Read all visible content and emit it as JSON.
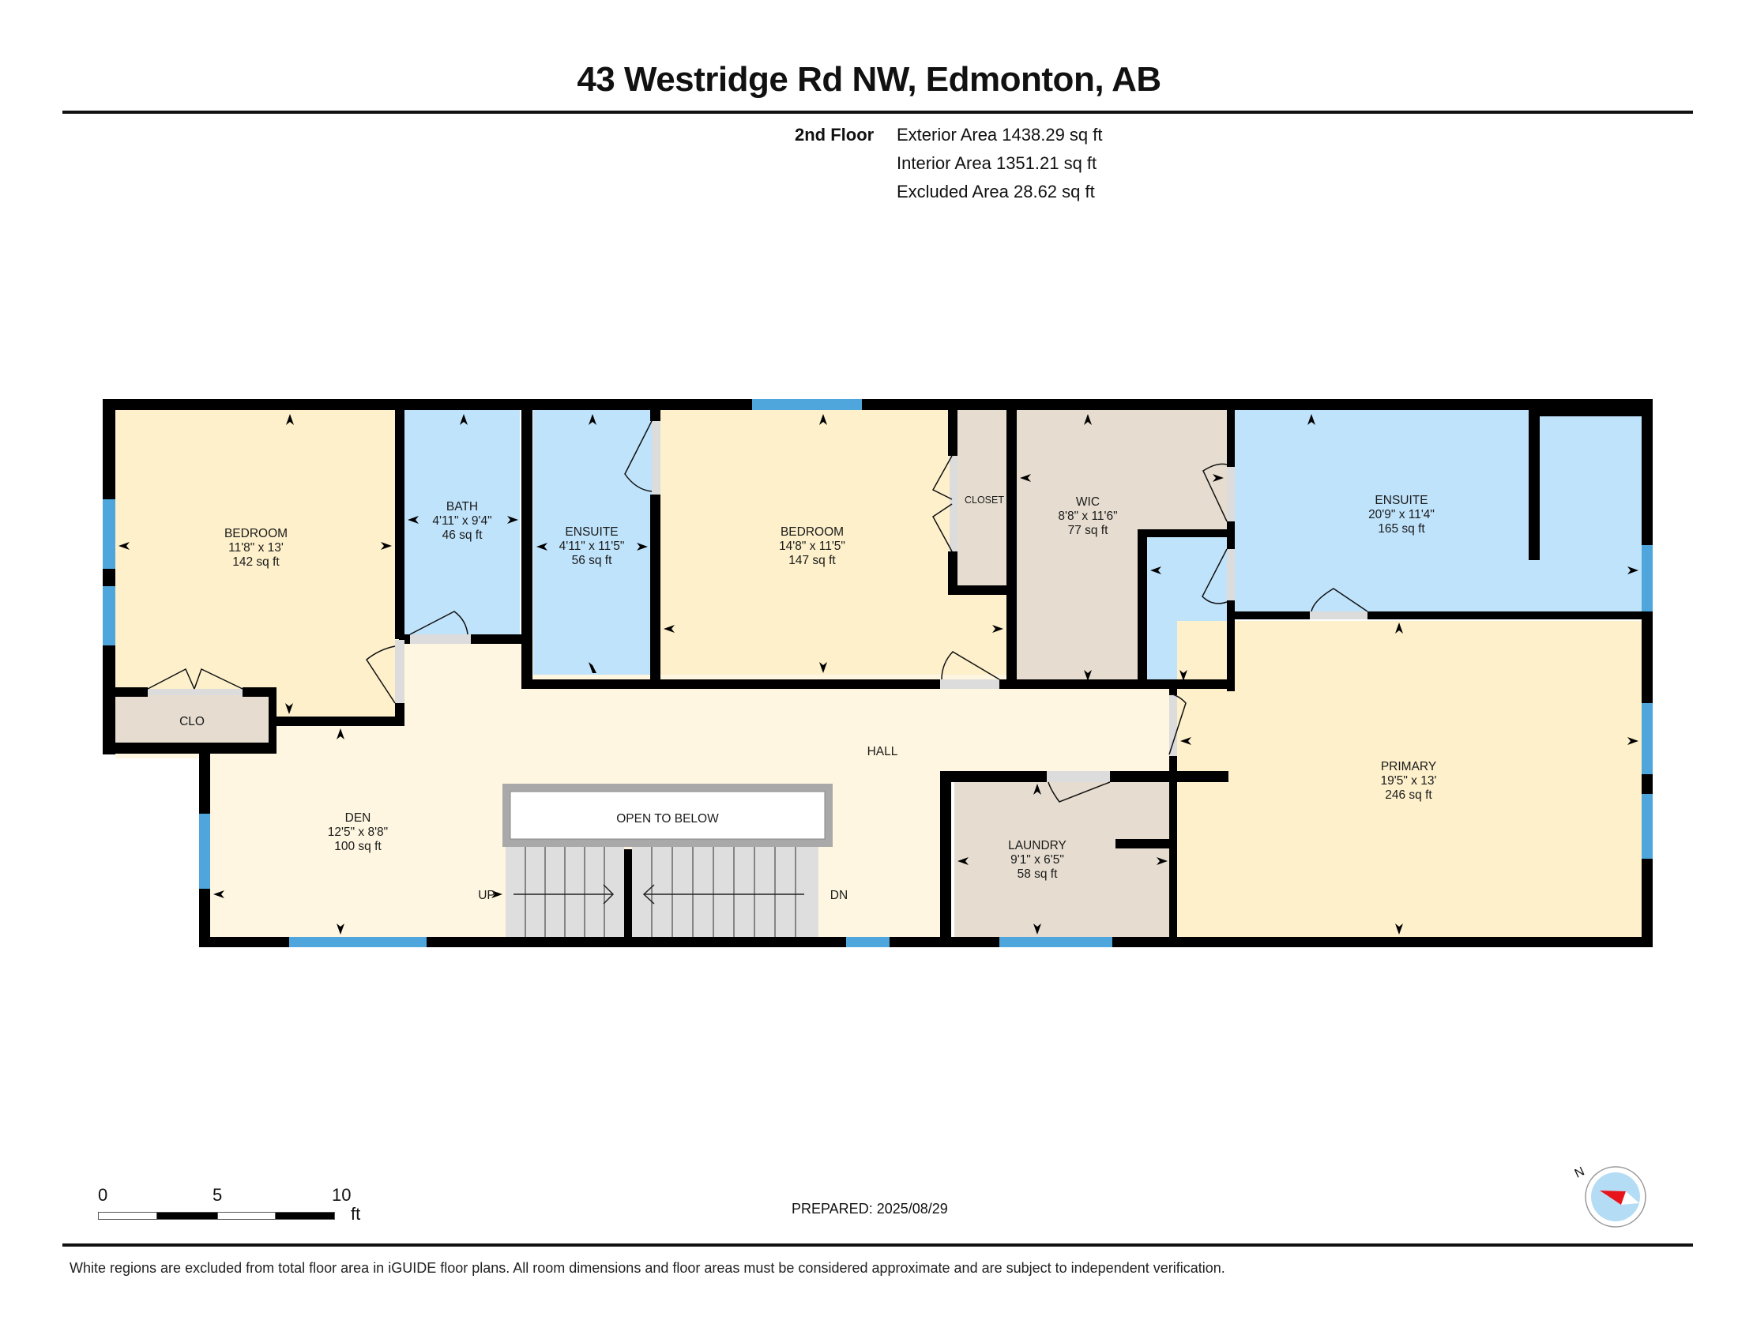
{
  "header": {
    "title": "43 Westridge Rd NW, Edmonton, AB"
  },
  "floor_info": {
    "floor_name": "2nd Floor",
    "exterior_area": "Exterior Area 1438.29 sq ft",
    "interior_area": "Interior Area 1351.21 sq ft",
    "excluded_area": "Excluded Area 28.62 sq ft"
  },
  "rooms": {
    "bedroom1": {
      "name": "BEDROOM",
      "dims": "11'8\" x 13'",
      "area": "142 sq ft"
    },
    "bath": {
      "name": "BATH",
      "dims": "4'11\" x 9'4\"",
      "area": "46 sq ft"
    },
    "ensuite1": {
      "name": "ENSUITE",
      "dims": "4'11\" x 11'5\"",
      "area": "56 sq ft"
    },
    "bedroom2": {
      "name": "BEDROOM",
      "dims": "14'8\" x 11'5\"",
      "area": "147 sq ft"
    },
    "closet": {
      "name": "CLOSET"
    },
    "wic": {
      "name": "WIC",
      "dims": "8'8\" x 11'6\"",
      "area": "77 sq ft"
    },
    "ensuite2": {
      "name": "ENSUITE",
      "dims": "20'9\" x 11'4\"",
      "area": "165 sq ft"
    },
    "clo": {
      "name": "CLO"
    },
    "hall": {
      "name": "HALL"
    },
    "den": {
      "name": "DEN",
      "dims": "12'5\" x 8'8\"",
      "area": "100 sq ft"
    },
    "open_to_below": {
      "name": "OPEN TO BELOW"
    },
    "laundry": {
      "name": "LAUNDRY",
      "dims": "9'1\" x 6'5\"",
      "area": "58 sq ft"
    },
    "primary": {
      "name": "PRIMARY",
      "dims": "19'5\" x 13'",
      "area": "246 sq ft"
    }
  },
  "stairs": {
    "up_label": "UP",
    "down_label": "DN"
  },
  "colors": {
    "bedroom_fill": "#fdf0cb",
    "bath_fill": "#bfe3fb",
    "closet_fill": "#e6ddd0",
    "hall_fill": "#fef6e0",
    "wall": "#000000",
    "window": "#4ea6dc",
    "door_gap": "#dcdcdc",
    "compass_red": "#e8141b",
    "compass_blue": "#b4dcf5"
  },
  "scale_bar": {
    "tick_0": "0",
    "tick_5": "5",
    "tick_10": "10",
    "unit": "ft"
  },
  "prepared": "PREPARED: 2025/08/29",
  "compass": {
    "north_label": "N"
  },
  "footer": {
    "disclaimer": "White regions are excluded from total floor area in iGUIDE floor plans. All room dimensions and floor areas must be considered approximate and are subject to independent verification."
  }
}
